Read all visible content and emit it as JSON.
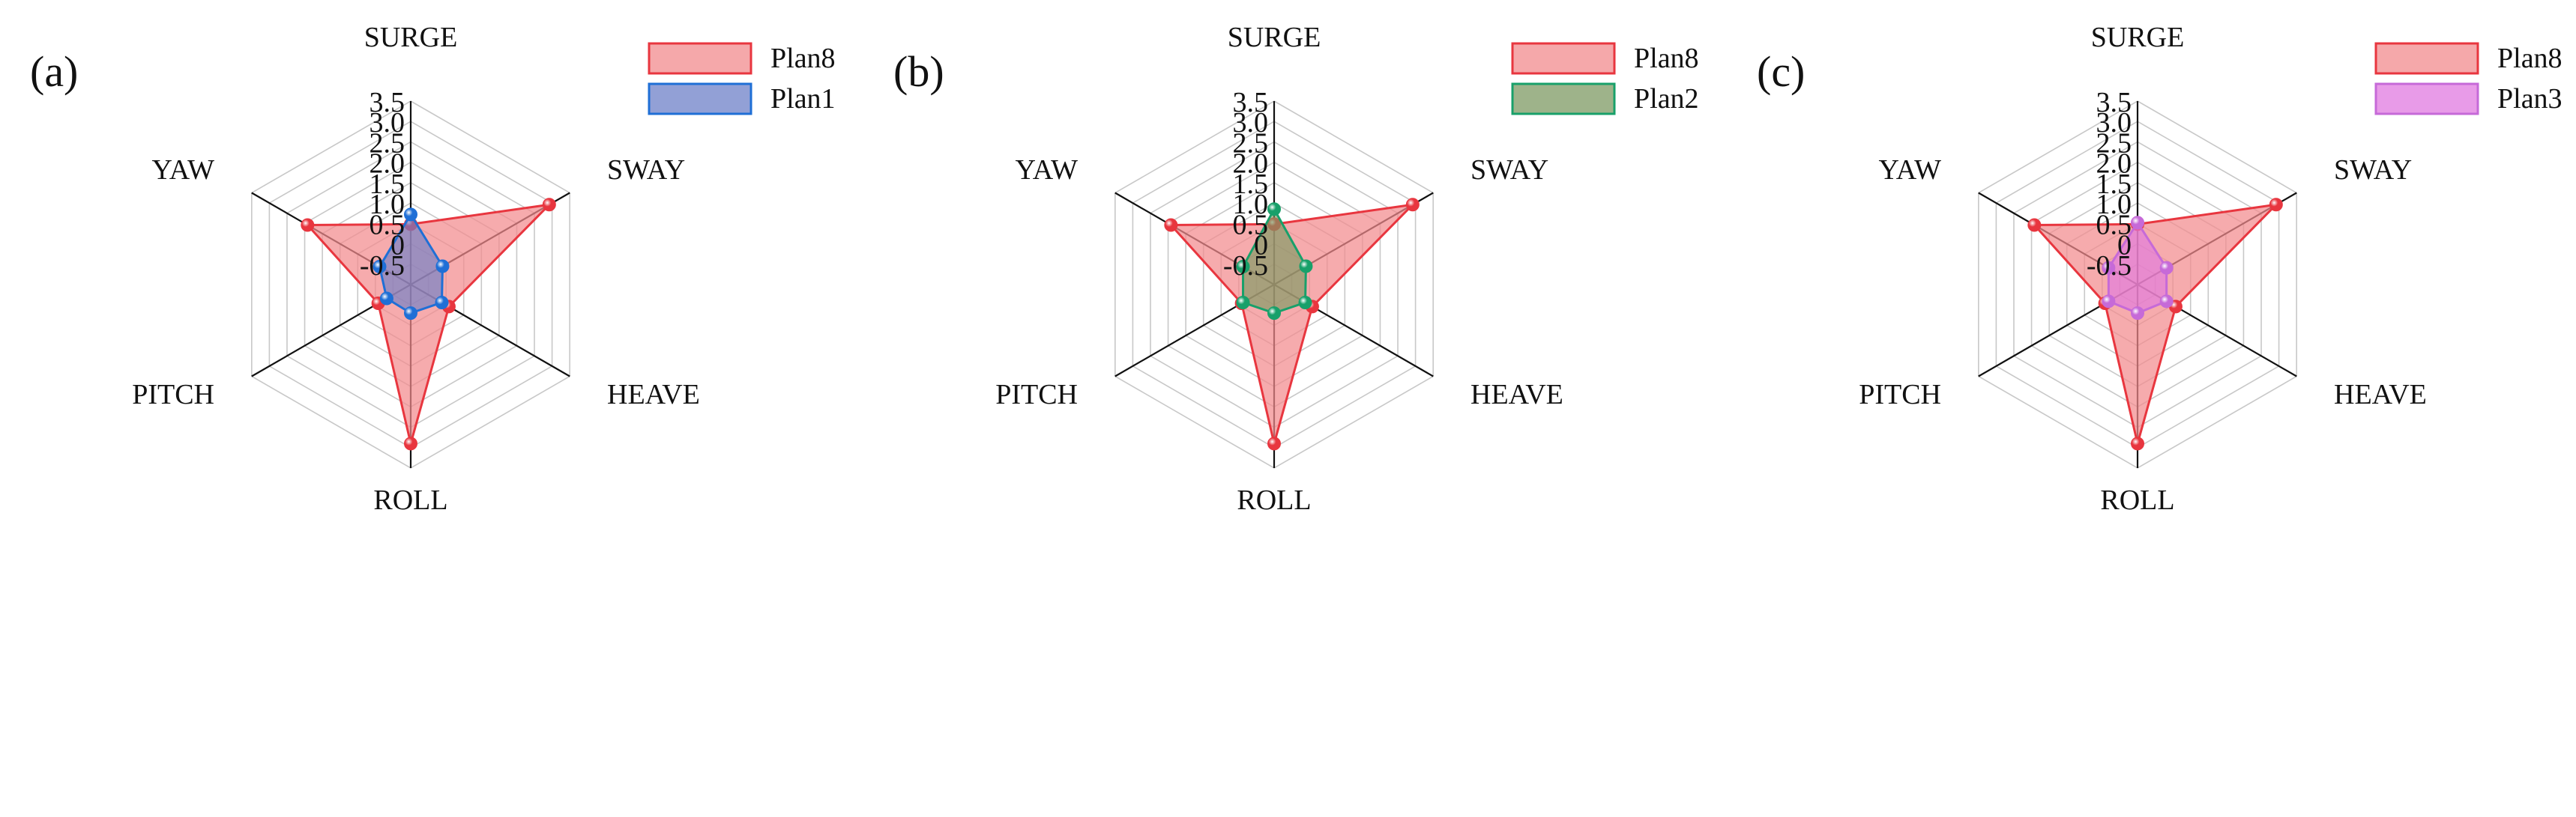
{
  "chart_data": [
    {
      "type": "radar",
      "panel_label": "(a)",
      "axes": [
        "SURGE",
        "SWAY",
        "HEAVE",
        "ROLL",
        "PITCH",
        "YAW"
      ],
      "rlim": [
        -1.0,
        3.5
      ],
      "ticks": [
        "-0.5",
        "0",
        "0.5",
        "1.0",
        "1.5",
        "2.0",
        "2.5",
        "3.0",
        "3.5"
      ],
      "tick_values": [
        -0.5,
        0,
        0.5,
        1.0,
        1.5,
        2.0,
        2.5,
        3.0,
        3.5
      ],
      "grid": true,
      "legend_position": "top-right",
      "series": [
        {
          "name": "Plan8",
          "values": [
            0.48,
            2.92,
            0.08,
            2.9,
            -0.08,
            1.92
          ],
          "color": "#e8363f",
          "fill": "#f28b8e"
        },
        {
          "name": "Plan1",
          "values": [
            0.72,
            -0.1,
            -0.12,
            -0.3,
            -0.32,
            -0.12
          ],
          "color": "#1f6fd6",
          "fill": "#6d80c8"
        }
      ]
    },
    {
      "type": "radar",
      "panel_label": "(b)",
      "axes": [
        "SURGE",
        "SWAY",
        "HEAVE",
        "ROLL",
        "PITCH",
        "YAW"
      ],
      "rlim": [
        -1.0,
        3.5
      ],
      "ticks": [
        "-0.5",
        "0",
        "0.5",
        "1.0",
        "1.5",
        "2.0",
        "2.5",
        "3.0",
        "3.5"
      ],
      "tick_values": [
        -0.5,
        0,
        0.5,
        1.0,
        1.5,
        2.0,
        2.5,
        3.0,
        3.5
      ],
      "grid": true,
      "legend_position": "top-right",
      "series": [
        {
          "name": "Plan8",
          "values": [
            0.48,
            2.92,
            0.08,
            2.9,
            -0.08,
            1.92
          ],
          "color": "#e8363f",
          "fill": "#f28b8e"
        },
        {
          "name": "Plan2",
          "values": [
            0.85,
            -0.1,
            -0.12,
            -0.3,
            -0.12,
            -0.12
          ],
          "color": "#18a06a",
          "fill": "#7d9a63"
        }
      ]
    },
    {
      "type": "radar",
      "panel_label": "(c)",
      "axes": [
        "SURGE",
        "SWAY",
        "HEAVE",
        "ROLL",
        "PITCH",
        "YAW"
      ],
      "rlim": [
        -1.0,
        3.5
      ],
      "ticks": [
        "-0.5",
        "0",
        "0.5",
        "1.0",
        "1.5",
        "2.0",
        "2.5",
        "3.0",
        "3.5"
      ],
      "tick_values": [
        -0.5,
        0,
        0.5,
        1.0,
        1.5,
        2.0,
        2.5,
        3.0,
        3.5
      ],
      "grid": true,
      "legend_position": "top-right",
      "series": [
        {
          "name": "Plan8",
          "values": [
            0.48,
            2.92,
            0.08,
            2.9,
            -0.08,
            1.92
          ],
          "color": "#e8363f",
          "fill": "#f28b8e"
        },
        {
          "name": "Plan3",
          "values": [
            0.52,
            -0.18,
            -0.18,
            -0.3,
            -0.18,
            -0.18
          ],
          "color": "#c66ad8",
          "fill": "#e07ae0"
        }
      ]
    }
  ]
}
